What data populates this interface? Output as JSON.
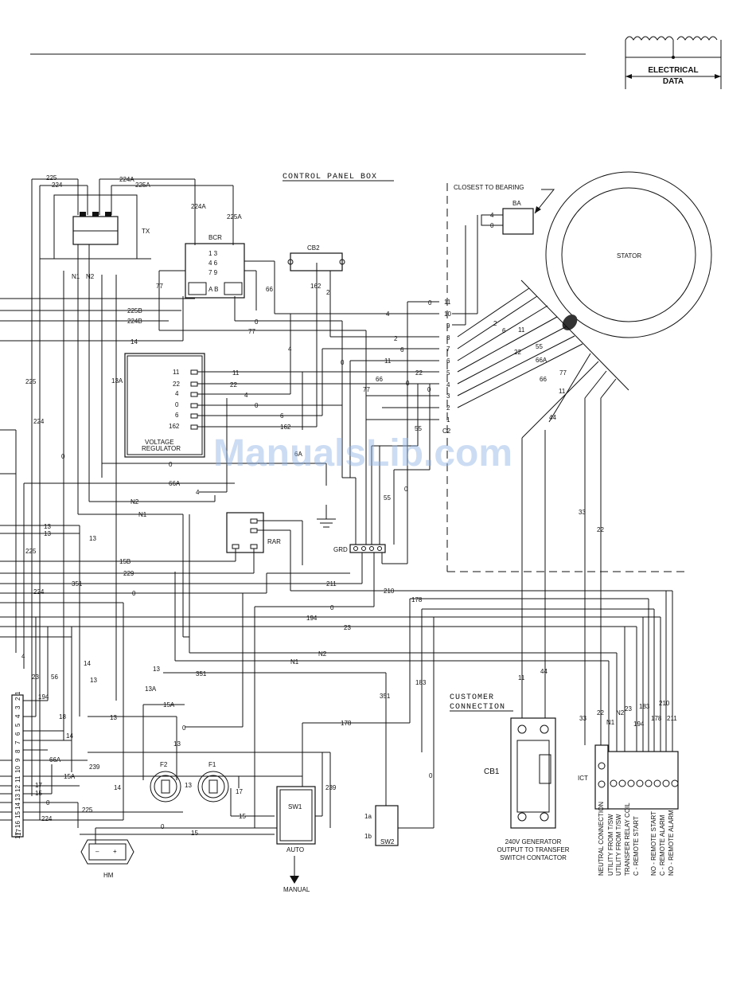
{
  "header": {
    "badge_line1": "ELECTRICAL",
    "badge_line2": "DATA"
  },
  "labels": {
    "control_panel_box": "CONTROL PANEL BOX",
    "closest_to_bearing": "CLOSEST TO BEARING",
    "tx": "TX",
    "bcr": "BCR",
    "cb2": "CB2",
    "voltage_regulator_1": "VOLTAGE",
    "voltage_regulator_2": "REGULATOR",
    "rar": "RAR",
    "grd": "GRD",
    "ba": "BA",
    "stator": "STATOR",
    "c2": "C2",
    "customer_connection_1": "CUSTOMER",
    "customer_connection_2": "CONNECTION",
    "cb1": "CB1",
    "cb1_desc_1": "240V GENERATOR",
    "cb1_desc_2": "OUTPUT TO TRANSFER",
    "cb1_desc_3": "SWITCH CONTACTOR",
    "ict": "ICT",
    "f1": "F1",
    "f2": "F2",
    "sw1": "SW1",
    "sw2": "SW2",
    "auto": "AUTO",
    "manual": "MANUAL",
    "hm": "HM",
    "watermark": "ManualsLib.com"
  },
  "vr_terminals": [
    "11",
    "22",
    "4",
    "0",
    "6",
    "162"
  ],
  "c2_terminals": [
    "11",
    "10",
    "9",
    "8",
    "7",
    "6",
    "5",
    "4",
    "3",
    "2",
    "1"
  ],
  "ict_functions": [
    "NEUTRAL CONNECTION",
    "UTILITY FROM T/SW",
    "UTILITY FROM T/SW",
    "TRANSFER RELAY COIL",
    "C - REMOTE START",
    "NO - REMOTE START",
    "C - REMOTE ALARM",
    "NO - REMOTE ALARM"
  ],
  "ict_wires": [
    "33",
    "22",
    "N1",
    "N2",
    "23",
    "194",
    "183",
    "178",
    "210",
    "211"
  ],
  "left_connector": [
    "17",
    "16",
    "15",
    "14",
    "13",
    "12",
    "11",
    "10",
    "9",
    "8",
    "7",
    "6",
    "5",
    "4",
    "3",
    "2",
    "1"
  ],
  "wire_labels": [
    "225",
    "224",
    "224A",
    "225A",
    "224A",
    "225A",
    "N1",
    "N2",
    "77",
    "66",
    "162",
    "2",
    "225B",
    "224B",
    "14",
    "11",
    "22",
    "4",
    "0",
    "6",
    "0",
    "77",
    "2",
    "6",
    "11",
    "22",
    "0",
    "66",
    "55",
    "0",
    "55",
    "4",
    "66A",
    "4",
    "N2",
    "N1",
    "13",
    "13",
    "13",
    "225",
    "15B",
    "229",
    "351",
    "0",
    "211",
    "210",
    "178",
    "0",
    "194",
    "23",
    "N2",
    "N1",
    "351",
    "183",
    "351",
    "15A",
    "13",
    "13A",
    "0",
    "178",
    "13",
    "66A",
    "239",
    "15A",
    "17",
    "15",
    "0",
    "225",
    "224",
    "0",
    "15",
    "17",
    "239",
    "15",
    "13",
    "14",
    "14",
    "13",
    "13",
    "14",
    "18",
    "194",
    "23",
    "56",
    "4",
    "2",
    "6",
    "11",
    "22",
    "55",
    "66A",
    "77",
    "66",
    "11",
    "44",
    "33",
    "22",
    "11",
    "44",
    "33",
    "22",
    "N1",
    "N2",
    "23",
    "183",
    "194",
    "178",
    "210",
    "211",
    "4",
    "0",
    "13A",
    "225",
    "224",
    "0",
    "13",
    "13",
    "14",
    "13A",
    "0",
    "4"
  ]
}
